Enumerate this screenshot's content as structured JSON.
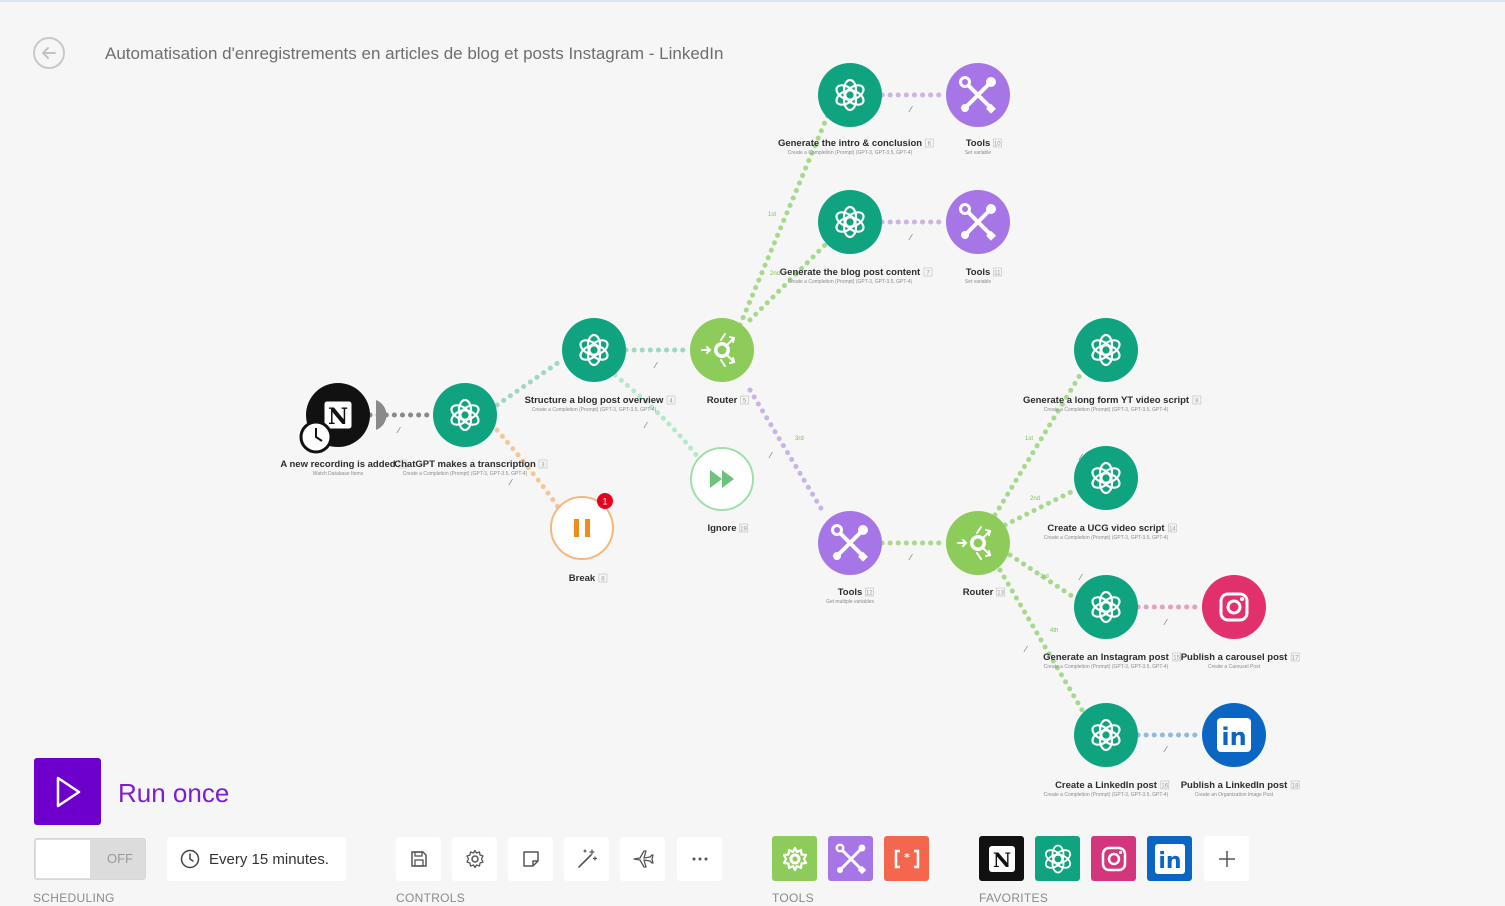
{
  "header": {
    "title": "Automatisation d'enregistrements en articles de blog et posts Instagram - LinkedIn"
  },
  "colors": {
    "openai": "#10a37f",
    "tools": "#a675e6",
    "router": "#8dcc5b",
    "notion": "#111111",
    "instagram": "#e1306c",
    "linkedin": "#0a66c2",
    "run_button": "#6d00cc",
    "break": "#f08c1c"
  },
  "nodes": [
    {
      "id": "watch",
      "label": "A new recording is added",
      "num": "1",
      "sub": "Watch Database Items",
      "icon": "notion-icon"
    },
    {
      "id": "transcription",
      "label": "ChatGPT makes a transcription",
      "num": "3",
      "sub": "Create a Completion (Prompt) (GPT-3, GPT-3.5, GPT-4)",
      "icon": "openai-icon"
    },
    {
      "id": "break",
      "label": "Break",
      "num": "8",
      "sub": "",
      "icon": "pause-icon",
      "badge": "1"
    },
    {
      "id": "structure",
      "label": "Structure a blog post overview",
      "num": "4",
      "sub": "Create a Completion (Prompt) (GPT-3, GPT-3.5, GPT-4)",
      "icon": "openai-icon"
    },
    {
      "id": "ignore",
      "label": "Ignore",
      "num": "19",
      "sub": "",
      "icon": "fast-forward-icon"
    },
    {
      "id": "router1",
      "label": "Router",
      "num": "5",
      "sub": "",
      "icon": "router-icon"
    },
    {
      "id": "intro",
      "label": "Generate the intro & conclusion",
      "num": "6",
      "sub": "Create a Completion (Prompt) (GPT-3, GPT-3.5, GPT-4)",
      "icon": "openai-icon"
    },
    {
      "id": "tools1",
      "label": "Tools",
      "num": "10",
      "sub": "Set variable",
      "icon": "tools-icon"
    },
    {
      "id": "content",
      "label": "Generate the blog post content",
      "num": "7",
      "sub": "Create a Completion (Prompt) (GPT-3, GPT-3.5, GPT-4)",
      "icon": "openai-icon"
    },
    {
      "id": "tools2",
      "label": "Tools",
      "num": "11",
      "sub": "Set variable",
      "icon": "tools-icon"
    },
    {
      "id": "tools3",
      "label": "Tools",
      "num": "12",
      "sub": "Get multiple variables",
      "icon": "tools-icon"
    },
    {
      "id": "router2",
      "label": "Router",
      "num": "13",
      "sub": "",
      "icon": "router-icon"
    },
    {
      "id": "yt",
      "label": "Generate a long form YT video script",
      "num": "8",
      "sub": "Create a Completion (Prompt) (GPT-3, GPT-3.5, GPT-4)",
      "icon": "openai-icon"
    },
    {
      "id": "ucg",
      "label": "Create a UCG video script",
      "num": "14",
      "sub": "Create a Completion (Prompt) (GPT-3, GPT-3.5, GPT-4)",
      "icon": "openai-icon"
    },
    {
      "id": "insta",
      "label": "Generate an Instagram post",
      "num": "15",
      "sub": "Create a Completion (Prompt) (GPT-3, GPT-3.5, GPT-4)",
      "icon": "openai-icon"
    },
    {
      "id": "carousel",
      "label": "Publish a carousel post",
      "num": "17",
      "sub": "Create a Carousel Post",
      "icon": "instagram-icon"
    },
    {
      "id": "linkedin_gen",
      "label": "Create a LinkedIn post",
      "num": "16",
      "sub": "Create a Completion (Prompt) (GPT-3, GPT-3.5, GPT-4)",
      "icon": "openai-icon"
    },
    {
      "id": "linkedin_pub",
      "label": "Publish a LinkedIn post",
      "num": "18",
      "sub": "Create an Organization Image Post",
      "icon": "linkedin-icon"
    }
  ],
  "run": {
    "label": "Run once"
  },
  "scheduling": {
    "toggle_state": "OFF",
    "interval": "Every 15 minutes.",
    "section_label": "SCHEDULING"
  },
  "controls": {
    "section_label": "CONTROLS",
    "buttons": [
      "save-icon",
      "gear-icon",
      "note-icon",
      "magic-wand-icon",
      "airplane-icon",
      "more-icon"
    ]
  },
  "tools": {
    "section_label": "TOOLS",
    "buttons": [
      "flow-control-gear-icon",
      "tools-icon",
      "text-parser-icon"
    ]
  },
  "favorites": {
    "section_label": "FAVORITES",
    "buttons": [
      "notion-icon",
      "openai-icon",
      "instagram-icon",
      "linkedin-icon",
      "add-icon"
    ]
  }
}
